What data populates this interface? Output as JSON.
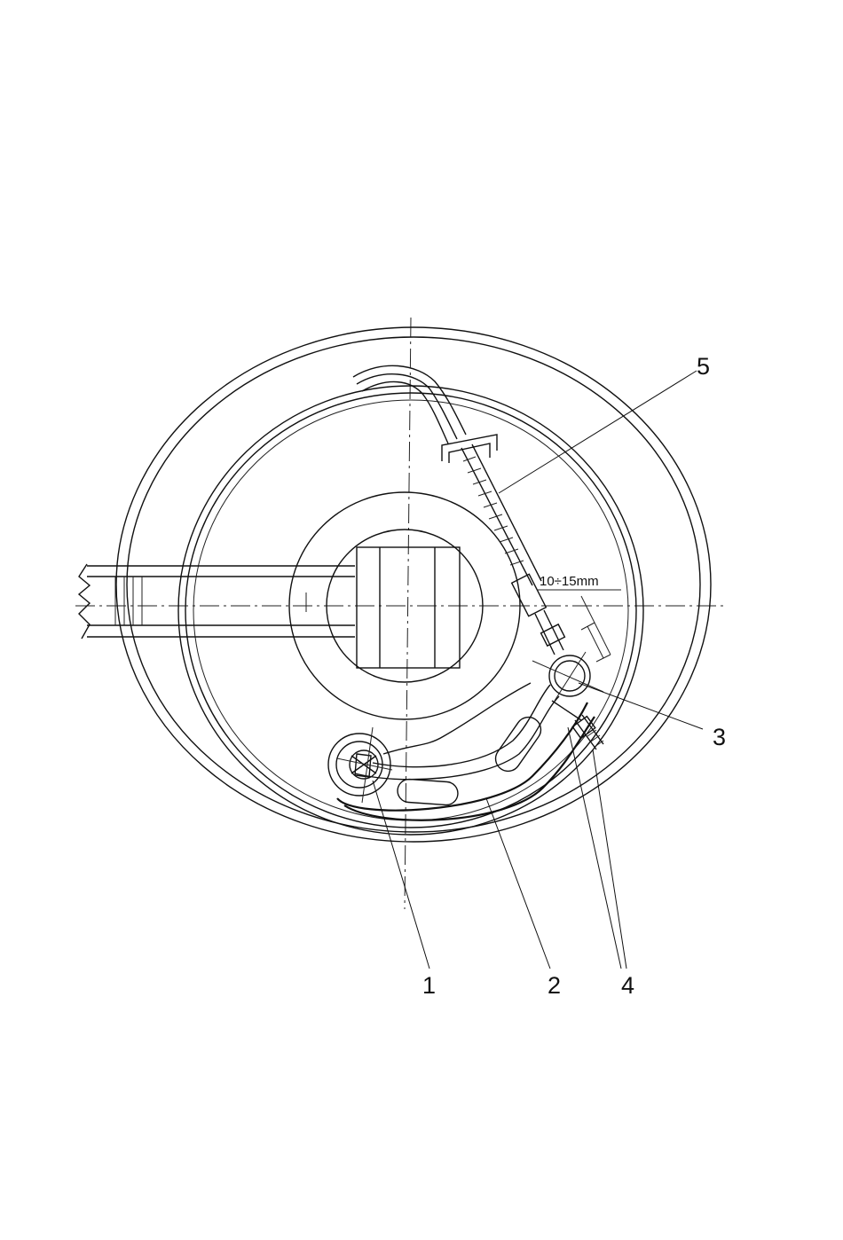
{
  "diagram": {
    "callouts": {
      "c1": "1",
      "c2": "2",
      "c3": "3",
      "c4": "4",
      "c5": "5"
    },
    "dimension_label": "10÷15mm"
  }
}
